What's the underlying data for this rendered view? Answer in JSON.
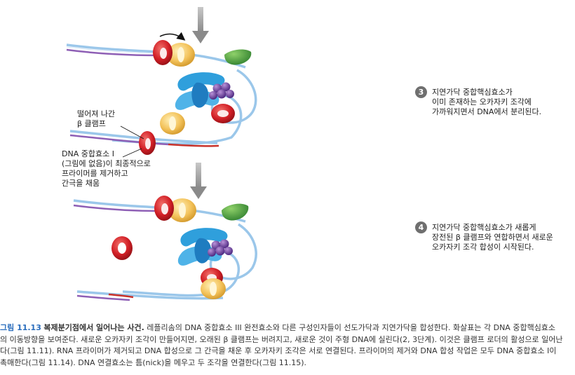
{
  "labels": {
    "detached_clamp_line1": "떨어져 나간",
    "detached_clamp_line2": "β 클램프",
    "polymerase_line1": "DNA 중합효소 I",
    "polymerase_line2": "(그림에 없음)이 최종적으로",
    "polymerase_line3": "프라이머를 제거하고",
    "polymerase_line4": "간극을 채움"
  },
  "steps": [
    {
      "number": "3",
      "lines": [
        "지연가닥 중합핵심효소가",
        "이미 존재하는 오카자키 조각에",
        "가까워지면서 DNA에서 분리된다."
      ]
    },
    {
      "number": "4",
      "lines": [
        "지연가닥 중합핵심효소가 새롭게",
        "장전된 β 클램프와 연합하면서 새로운",
        "오카자키 조각 합성이 시작된다."
      ]
    }
  ],
  "caption": {
    "figure_number": "그림 11.13",
    "title": "복제분기점에서 일어나는 사건.",
    "line1": "레플리솜의 DNA 중합효소 III 완전효소와 다른 구성인자들이 선도가닥과 지연가닥을 합성한다. 화살표는 각 DNA 중합핵심효소",
    "line2": "의 이동방향을 보여준다. 새로운 오카자키 조각이 만들어지면, 오래된 β 클램프는 버려지고, 새로운 것이 주형 DNA에 실린다(2, 3단계). 이것은 클램프 로더의 활성으로 일어난",
    "line3": "다(그림 11.11). RNA 프라이머가 제거되고 DNA 합성으로 그 간극을 채운 후 오카자키 조각은 서로 연결된다. 프라이머의 제거와 DNA 합성 작업은 모두 DNA 중합효소 I이",
    "line4": "촉매한다(그림 11.14). DNA 연결효소는 틈(nick)을 메우고 두 조각을 연결한다(그림 11.15)."
  },
  "colors": {
    "template_strand": "#9bc7ea",
    "new_strand_purple": "#8e5fb5",
    "primer_red": "#c8322a",
    "clamp_red": "#d21f26",
    "helicase_yellow": "#f3c25a",
    "core_blue": "#2f9fdc",
    "purple_subunits": "#6b3fa0",
    "primase_green": "#3a9a3a",
    "arrow_gray": "#8a8a8a",
    "badge_gray": "#6f6f6f",
    "caption_blue": "#2a6dbd"
  }
}
